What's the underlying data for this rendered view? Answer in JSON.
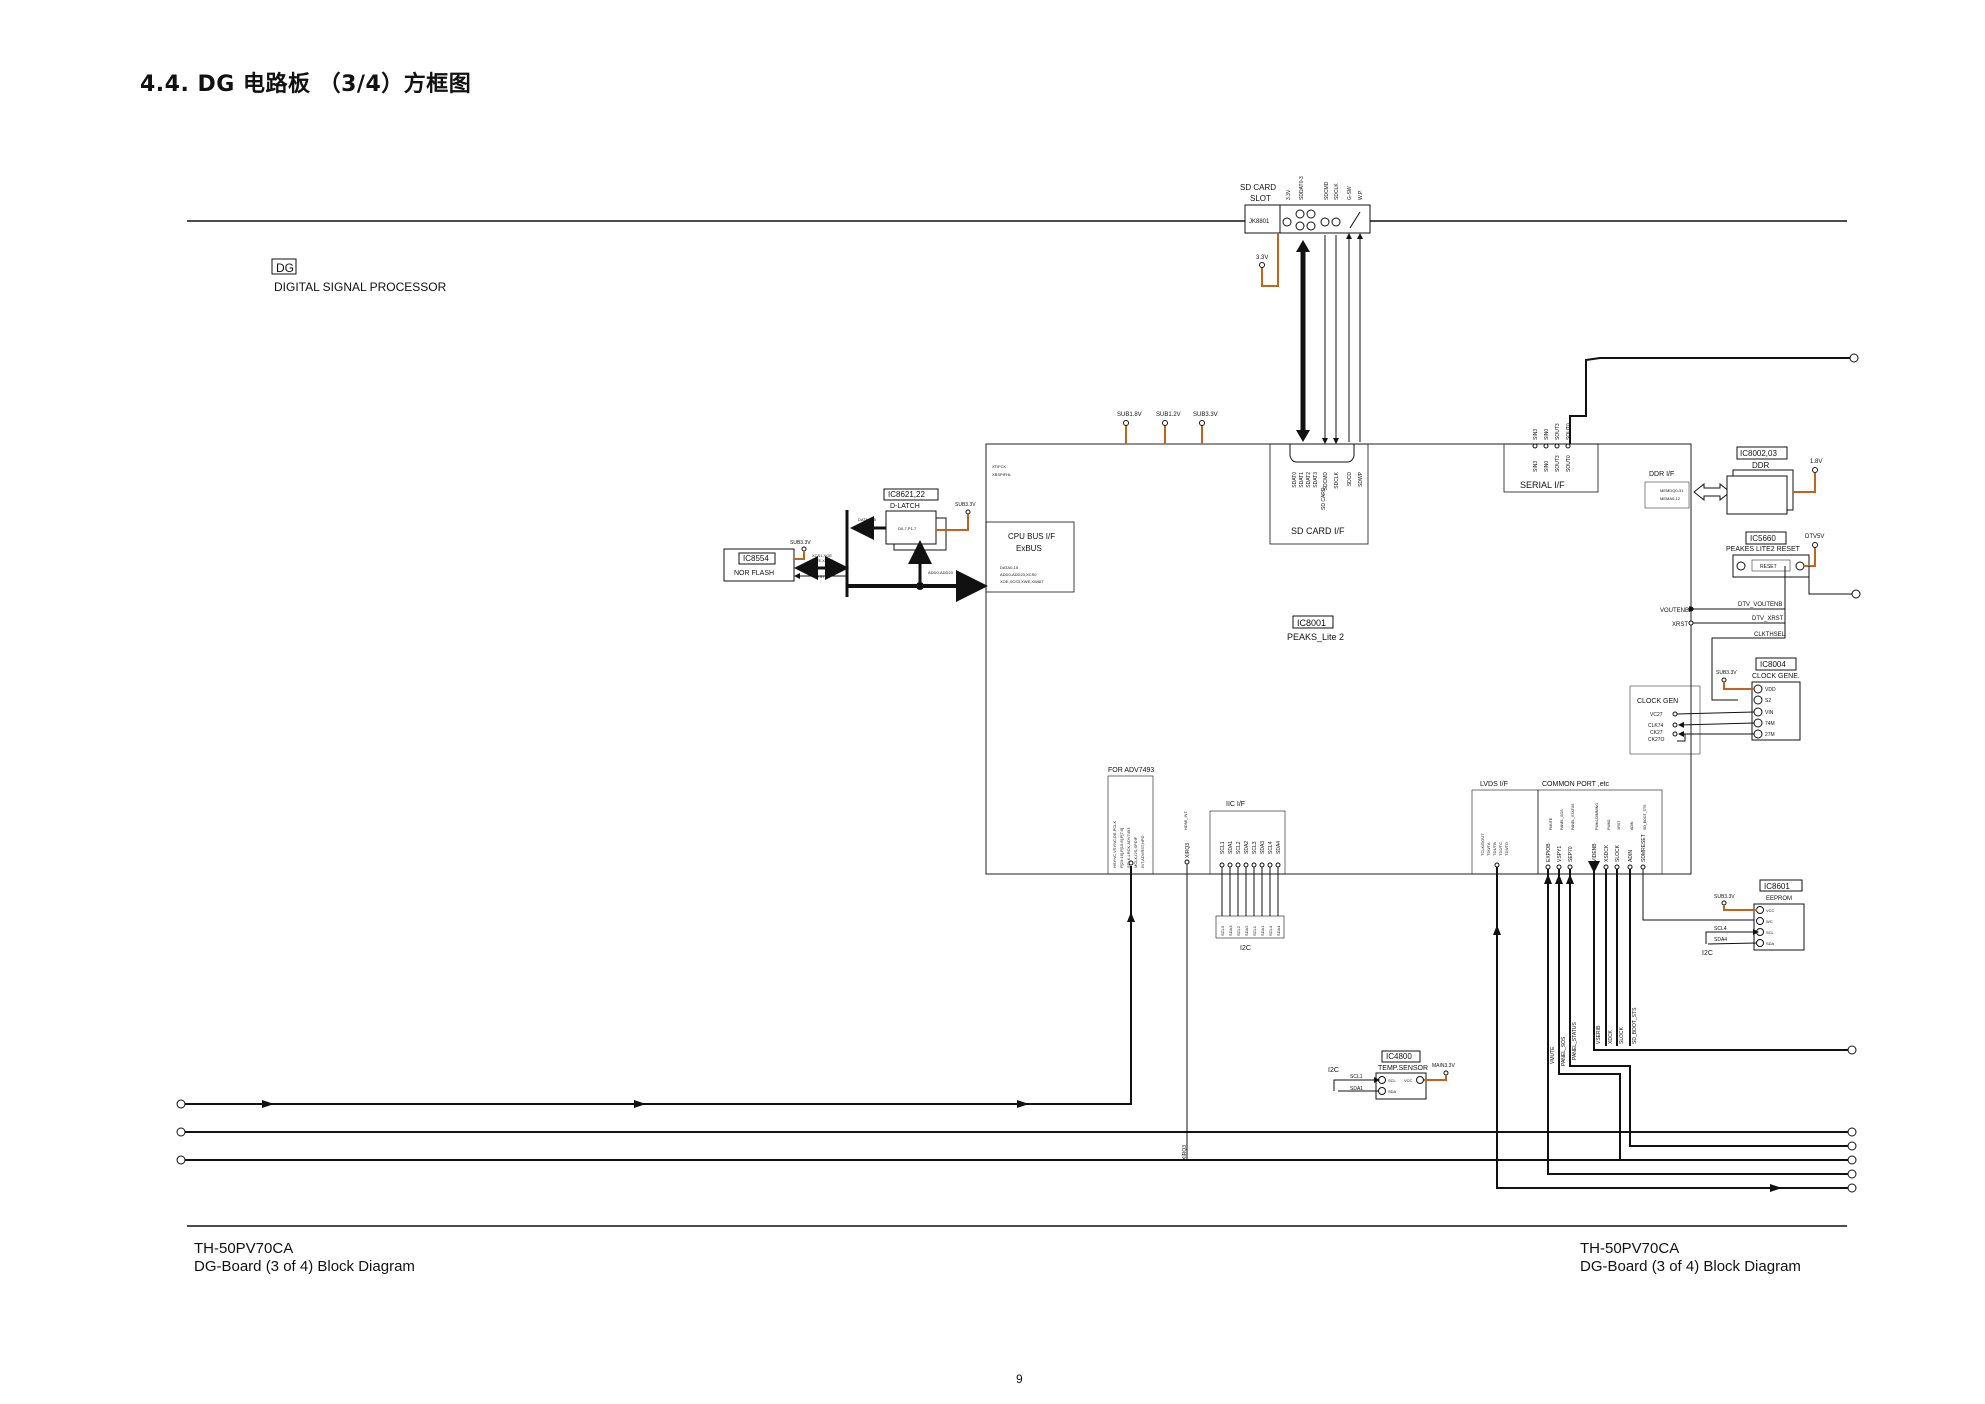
{
  "page": {
    "title": "4.4.   DG 电路板 （3/4）方框图",
    "page_number": "9"
  },
  "footer": {
    "model": "TH-50PV70CA",
    "caption": "DG-Board (3 of 4) Block Diagram"
  },
  "board": {
    "tag": "DG",
    "name": "DIGITAL SIGNAL PROCESSOR"
  },
  "main_ic": {
    "ref": "IC8001",
    "name": "PEAKS_Lite 2",
    "supplies": [
      "SUB1.8V",
      "SUB1.2V",
      "SUB3.3V"
    ]
  },
  "sd_card": {
    "title_line1": "SD CARD",
    "title_line2": "SLOT",
    "ref": "JK8801",
    "supply": "3.3V",
    "iface": "SD CARD I/F",
    "pins": [
      "3.3V",
      "SDDAT0-3",
      "SDCMD",
      "SDCLK",
      "G-SW",
      "W.P."
    ],
    "inner_pins": [
      "SDAT0",
      "SDAT1",
      "SDAT2",
      "SDAT3",
      "SDCMD",
      "SDCLK",
      "SDCD",
      "SDWP"
    ],
    "inner_label": "SD CARD"
  },
  "serial": {
    "label": "SERIAL I/F",
    "pins": [
      "SIN3",
      "SIN0",
      "SOUT3",
      "SOUT0"
    ]
  },
  "ddr": {
    "ref": "IC8002,03",
    "name": "DDR",
    "iface": "DDR I/F",
    "supply": "1.8V",
    "bus_lines": [
      "MEMDQ0-31",
      "MEMA0-12"
    ]
  },
  "reset_ic": {
    "ref": "IC5660",
    "name": "PEAKES LITE2 RESET",
    "inner": "RESET",
    "supply": "DTV5V"
  },
  "dtv_signals": [
    "VOUTENB",
    "XRST",
    "DTV_VOUTENB",
    "DTV_XRST",
    "CLKTHSEL"
  ],
  "clock": {
    "ref": "IC8004",
    "name": "CLOCK GENE.",
    "gen_label": "CLOCK GEN",
    "supply": "SUB3.3V",
    "pins": [
      "VDD",
      "S2",
      "VIN",
      "74M",
      "27M"
    ],
    "gen_pins": [
      "VC27",
      "CLK74",
      "CK27",
      "CK27O"
    ]
  },
  "cpu_bus": {
    "title": "CPU BUS I/F",
    "name": "ExBUS",
    "lines": [
      "DATA0-15",
      "ADD0-ADD23,XCS0",
      "XOE,XCS3,XWE,XWAIT"
    ]
  },
  "latch": {
    "ref": "IC8621,22",
    "name": "D-LATCH",
    "supply": "SUB3.3V",
    "inner": "D0-7,P1-7",
    "bus_label": "DATA0-15",
    "bus2": "ADD0-ADD23"
  },
  "nor_flash": {
    "ref": "IC8554",
    "name": "NOR FLASH",
    "supply": "SUB3.3V",
    "signals": [
      "XCS1,XOE",
      "XWE,XRST"
    ],
    "xrst": "XRST"
  },
  "adv": {
    "label": "FOR ADV7493",
    "pins": [
      "HSYNC,VSYNC,DE,PCLK",
      "P[23:16],P[15:8],P[7:0]",
      "SCLK,LRCK,ADV7493",
      "MCLK,I2S,SPDIF",
      "INT,ADVRST,HPD"
    ],
    "xirq_pin": "XIRQ3",
    "hpd_label": "HDMI_INT"
  },
  "iic": {
    "label": "IIC I/F",
    "pins": [
      "SCL1",
      "SDA1",
      "SCL2",
      "SDA2",
      "SCL3",
      "SDA3",
      "SCL4",
      "SDA4"
    ],
    "out_pins": [
      "SCL3",
      "SDA3",
      "SCL2",
      "SDA2",
      "SCL1",
      "SDA1",
      "SCL4",
      "SDA4"
    ],
    "bus": "I2C"
  },
  "lvds": {
    "label": "LVDS I/F",
    "pins": [
      "TCLK/DOUT",
      "TD0/TA",
      "TD1/TB",
      "TD2/TC",
      "TD3/TD"
    ],
    "xirq": "XIRQ3"
  },
  "common_port": {
    "label": "COMMON PORT ,etc",
    "pins": [
      "EXPIOB",
      "VSPY1",
      "SEP70",
      "VIDENB",
      "XSDCK",
      "SLOCK",
      "ADIN",
      "SDMRESET"
    ],
    "inner_labels": [
      "PMUTE",
      "PANEL_SOS",
      "PANEL_STATUS",
      "PWM1/DIMMING",
      "PWM2",
      "XRST",
      "ADIN",
      "SD_BOOT_STS"
    ],
    "out_labels": [
      "VMUTE",
      "PANEL_SOS",
      "PANEL_STATUS",
      "VSERIB",
      "XDCK",
      "SLOCK",
      "SD_BOOT_STS"
    ]
  },
  "eeprom": {
    "ref": "IC8601",
    "name": "EEPROM",
    "supply": "SUB3.3V",
    "pins": [
      "VCC",
      "WC",
      "SCL",
      "SDA"
    ],
    "lines": [
      "SCL4",
      "SDA4"
    ],
    "bus": "I2C"
  },
  "temp": {
    "ref": "IC4800",
    "name": "TEMP.SENSOR",
    "supply": "MAIN3.3V",
    "pins": [
      "SCL",
      "SDA",
      "VCC"
    ],
    "lines": [
      "SCL1",
      "SDA1"
    ],
    "bus": "I2C"
  },
  "colors": {
    "line": "#111111",
    "supply_line": "#c0641e",
    "box": "#222222"
  }
}
